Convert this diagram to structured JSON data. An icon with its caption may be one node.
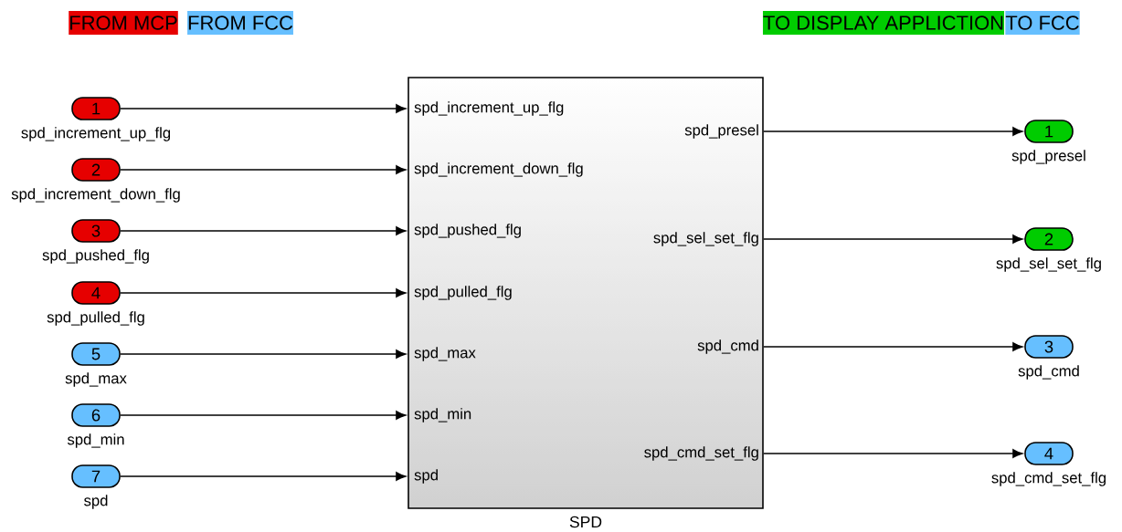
{
  "diagram": {
    "nodes": [
      {
        "text": [
          "1"
        ],
        "beside": [
          "spd_increment_up_flg"
        ]
      },
      {
        "text": [
          "2"
        ],
        "beside": [
          "spd_increment_down_flg"
        ]
      },
      {
        "text": [
          "3"
        ],
        "beside": [
          "spd_pushed_flg"
        ]
      },
      {
        "text": [
          "4"
        ],
        "beside": [
          "spd_pulled_flg"
        ]
      },
      {
        "text": [
          "5"
        ],
        "beside": [
          "spd_max"
        ]
      },
      {
        "text": [
          "6"
        ],
        "beside": [
          "spd_min"
        ]
      },
      {
        "text": [
          "7"
        ],
        "beside": [
          "spd"
        ]
      },
      {
        "text": [
          "SPD",
          "spd_increment_up_flg",
          "spd_increment_down_flg",
          "spd_pushed_flg",
          "spd_pulled_flg",
          "spd_max",
          "spd_min",
          "spd",
          "spd_presel",
          "spd_sel_set_flg",
          "spd_cmd",
          "spd_cmd_set_flg"
        ]
      },
      {
        "text": [
          "1"
        ],
        "beside": [
          "spd_presel"
        ]
      },
      {
        "text": [
          "2"
        ],
        "beside": [
          "spd_sel_set_flg"
        ]
      },
      {
        "text": [
          "3"
        ],
        "beside": [
          "spd_cmd"
        ]
      },
      {
        "text": [
          "4"
        ],
        "beside": [
          "spd_cmd_set_flg"
        ]
      }
    ],
    "edges": [
      {
        "from": 0,
        "to": 7,
        "arrow": "to"
      },
      {
        "from": 1,
        "to": 7,
        "arrow": "to"
      },
      {
        "from": 2,
        "to": 7,
        "arrow": "to"
      },
      {
        "from": 3,
        "to": 7,
        "arrow": "to"
      },
      {
        "from": 4,
        "to": 7,
        "arrow": "to"
      },
      {
        "from": 5,
        "to": 7,
        "arrow": "to"
      },
      {
        "from": 6,
        "to": 7,
        "arrow": "to"
      },
      {
        "from": 7,
        "to": 8,
        "arrow": "to"
      },
      {
        "from": 7,
        "to": 9,
        "arrow": "to"
      },
      {
        "from": 7,
        "to": 10,
        "arrow": "to"
      },
      {
        "from": 7,
        "to": 11,
        "arrow": "to"
      }
    ],
    "legend": [
      {
        "text": "FROM MCP",
        "color": "#e60000"
      },
      {
        "text": "FROM FCC",
        "color": "#66bfff"
      },
      {
        "text": "TO DISPLAY APPLICTION",
        "color": "#00cc00"
      },
      {
        "text": "TO FCC",
        "color": "#66bfff"
      }
    ]
  }
}
